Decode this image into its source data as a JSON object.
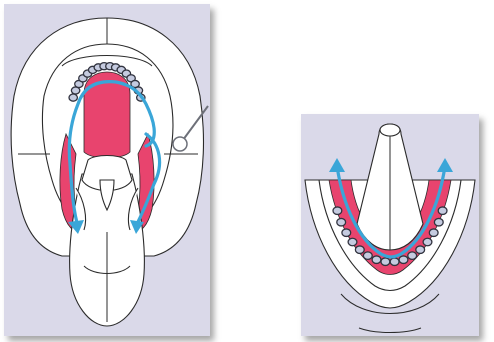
{
  "colors": {
    "background": "#dad9e9",
    "tissue_line": "#2b2b2b",
    "tissue_fill": "#ffffff",
    "highlight_area": "#e8446e",
    "arrow_path": "#3aa6d8",
    "tooth_fill": "#c5cbe0",
    "tooth_outline": "#31333f",
    "instrument": "#6d7079"
  },
  "figures": [
    {
      "id": "maxilla-view",
      "icon": "upper-jaw-tongue-diagram"
    },
    {
      "id": "mandible-view",
      "icon": "lower-jaw-diagram"
    }
  ]
}
